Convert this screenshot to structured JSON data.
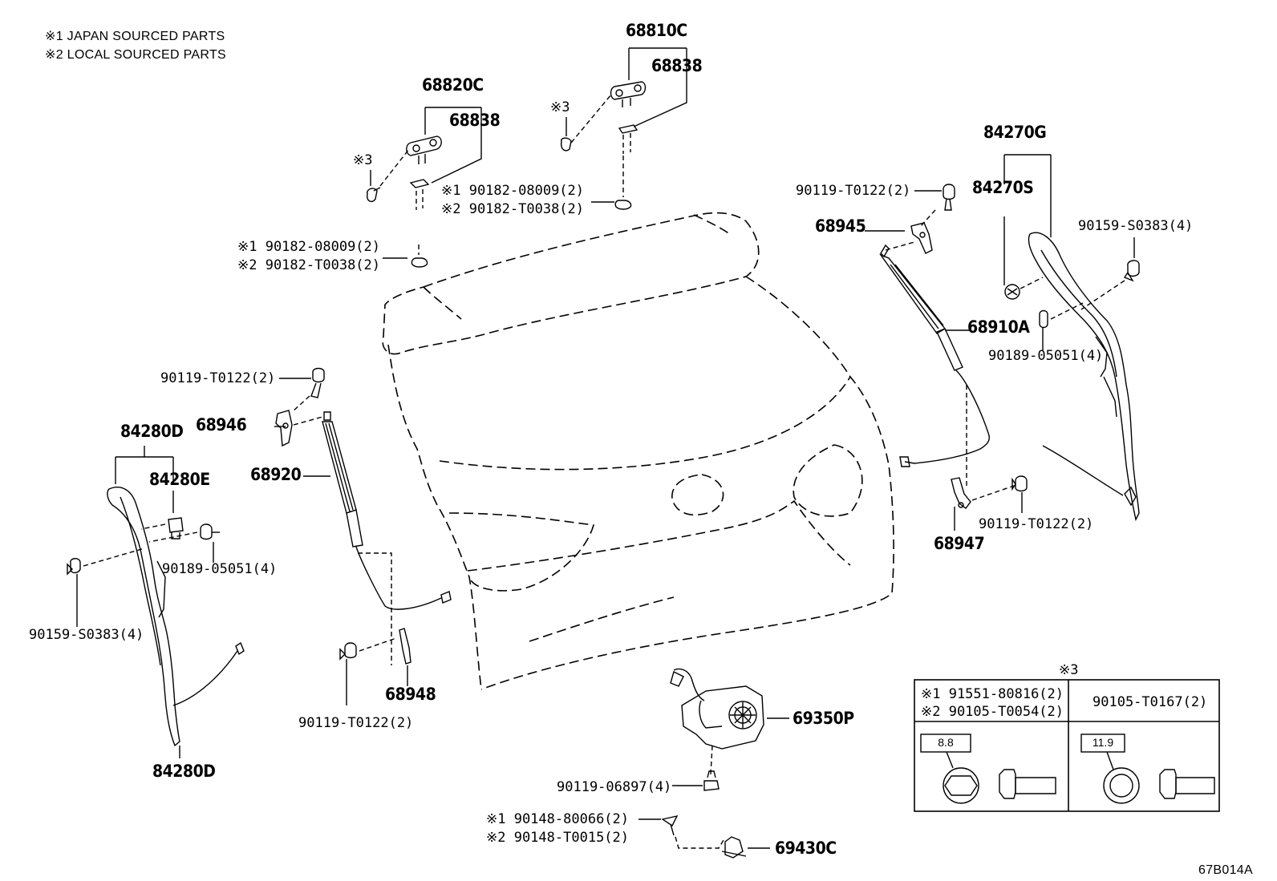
{
  "notes": [
    "※1 JAPAN SOURCED PARTS",
    "※2 LOCAL SOURCED PARTS"
  ],
  "diagram_code": "67B014A",
  "labels": {
    "p68810C": "68810C",
    "p68838_r": "68838",
    "p68820C": "68820C",
    "p68838_l": "68838",
    "mark3_top": "※3",
    "mark3_left": "※3",
    "c1_top": "※1 90182-08009(2)",
    "c2_top": "※2 90182-T0038(2)",
    "c1_left": "※1 90182-08009(2)",
    "c2_left": "※2 90182-T0038(2)",
    "p84270G": "84270G",
    "p84270S": "84270S",
    "p90119_T0122_ur": "90119-T0122(2)",
    "p68945": "68945",
    "p90159_S0383_r": "90159-S0383(4)",
    "p68910A": "68910A",
    "p90189_05051_r": "90189-05051(4)",
    "p90119_T0122_ul": "90119-T0122(2)",
    "p68946": "68946",
    "p84280D_top": "84280D",
    "p84280E": "84280E",
    "p68920": "68920",
    "p90189_05051_l": "90189-05051(4)",
    "p90159_S0383_l": "90159-S0383(4)",
    "p68947": "68947",
    "p90119_T0122_lr": "90119-T0122(2)",
    "p90119_T0122_ll": "90119-T0122(2)",
    "p68948": "68948",
    "p84280D_bot": "84280D",
    "p69350P": "69350P",
    "p90119_06897": "90119-06897(4)",
    "c1_bottom": "※1 90148-80066(2)",
    "c2_bottom": "※2 90148-T0015(2)",
    "p69430C": "69430C"
  },
  "detail_box": {
    "title": "※3",
    "left_line1": "※1 91551-80816(2)",
    "left_line2": "※2 90105-T0054(2)",
    "right_line": "90105-T0167(2)",
    "torque_left": "8.8",
    "torque_right": "11.9"
  }
}
